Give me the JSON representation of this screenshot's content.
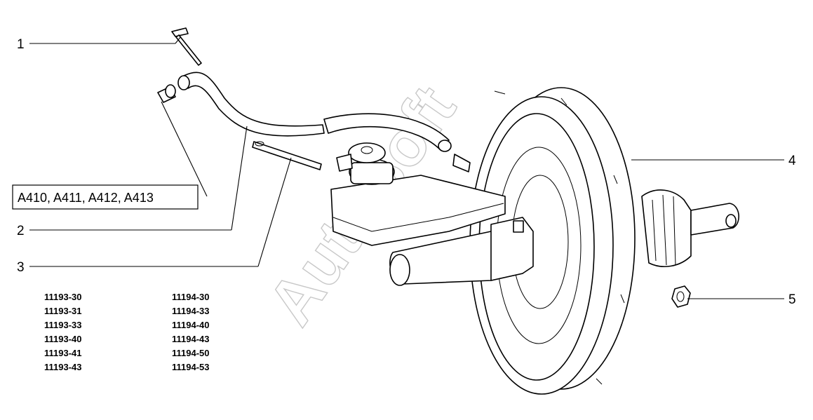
{
  "callouts": [
    "1",
    "2",
    "3",
    "4",
    "5"
  ],
  "reference_box": "A410, A411, A412, A413",
  "codes_left": [
    "11193-30",
    "11193-31",
    "11193-33",
    "11193-40",
    "11193-41",
    "11193-43"
  ],
  "codes_right": [
    "11194-30",
    "11194-33",
    "11194-40",
    "11194-43",
    "11194-50",
    "11194-53"
  ],
  "watermark": "AutoSoft"
}
